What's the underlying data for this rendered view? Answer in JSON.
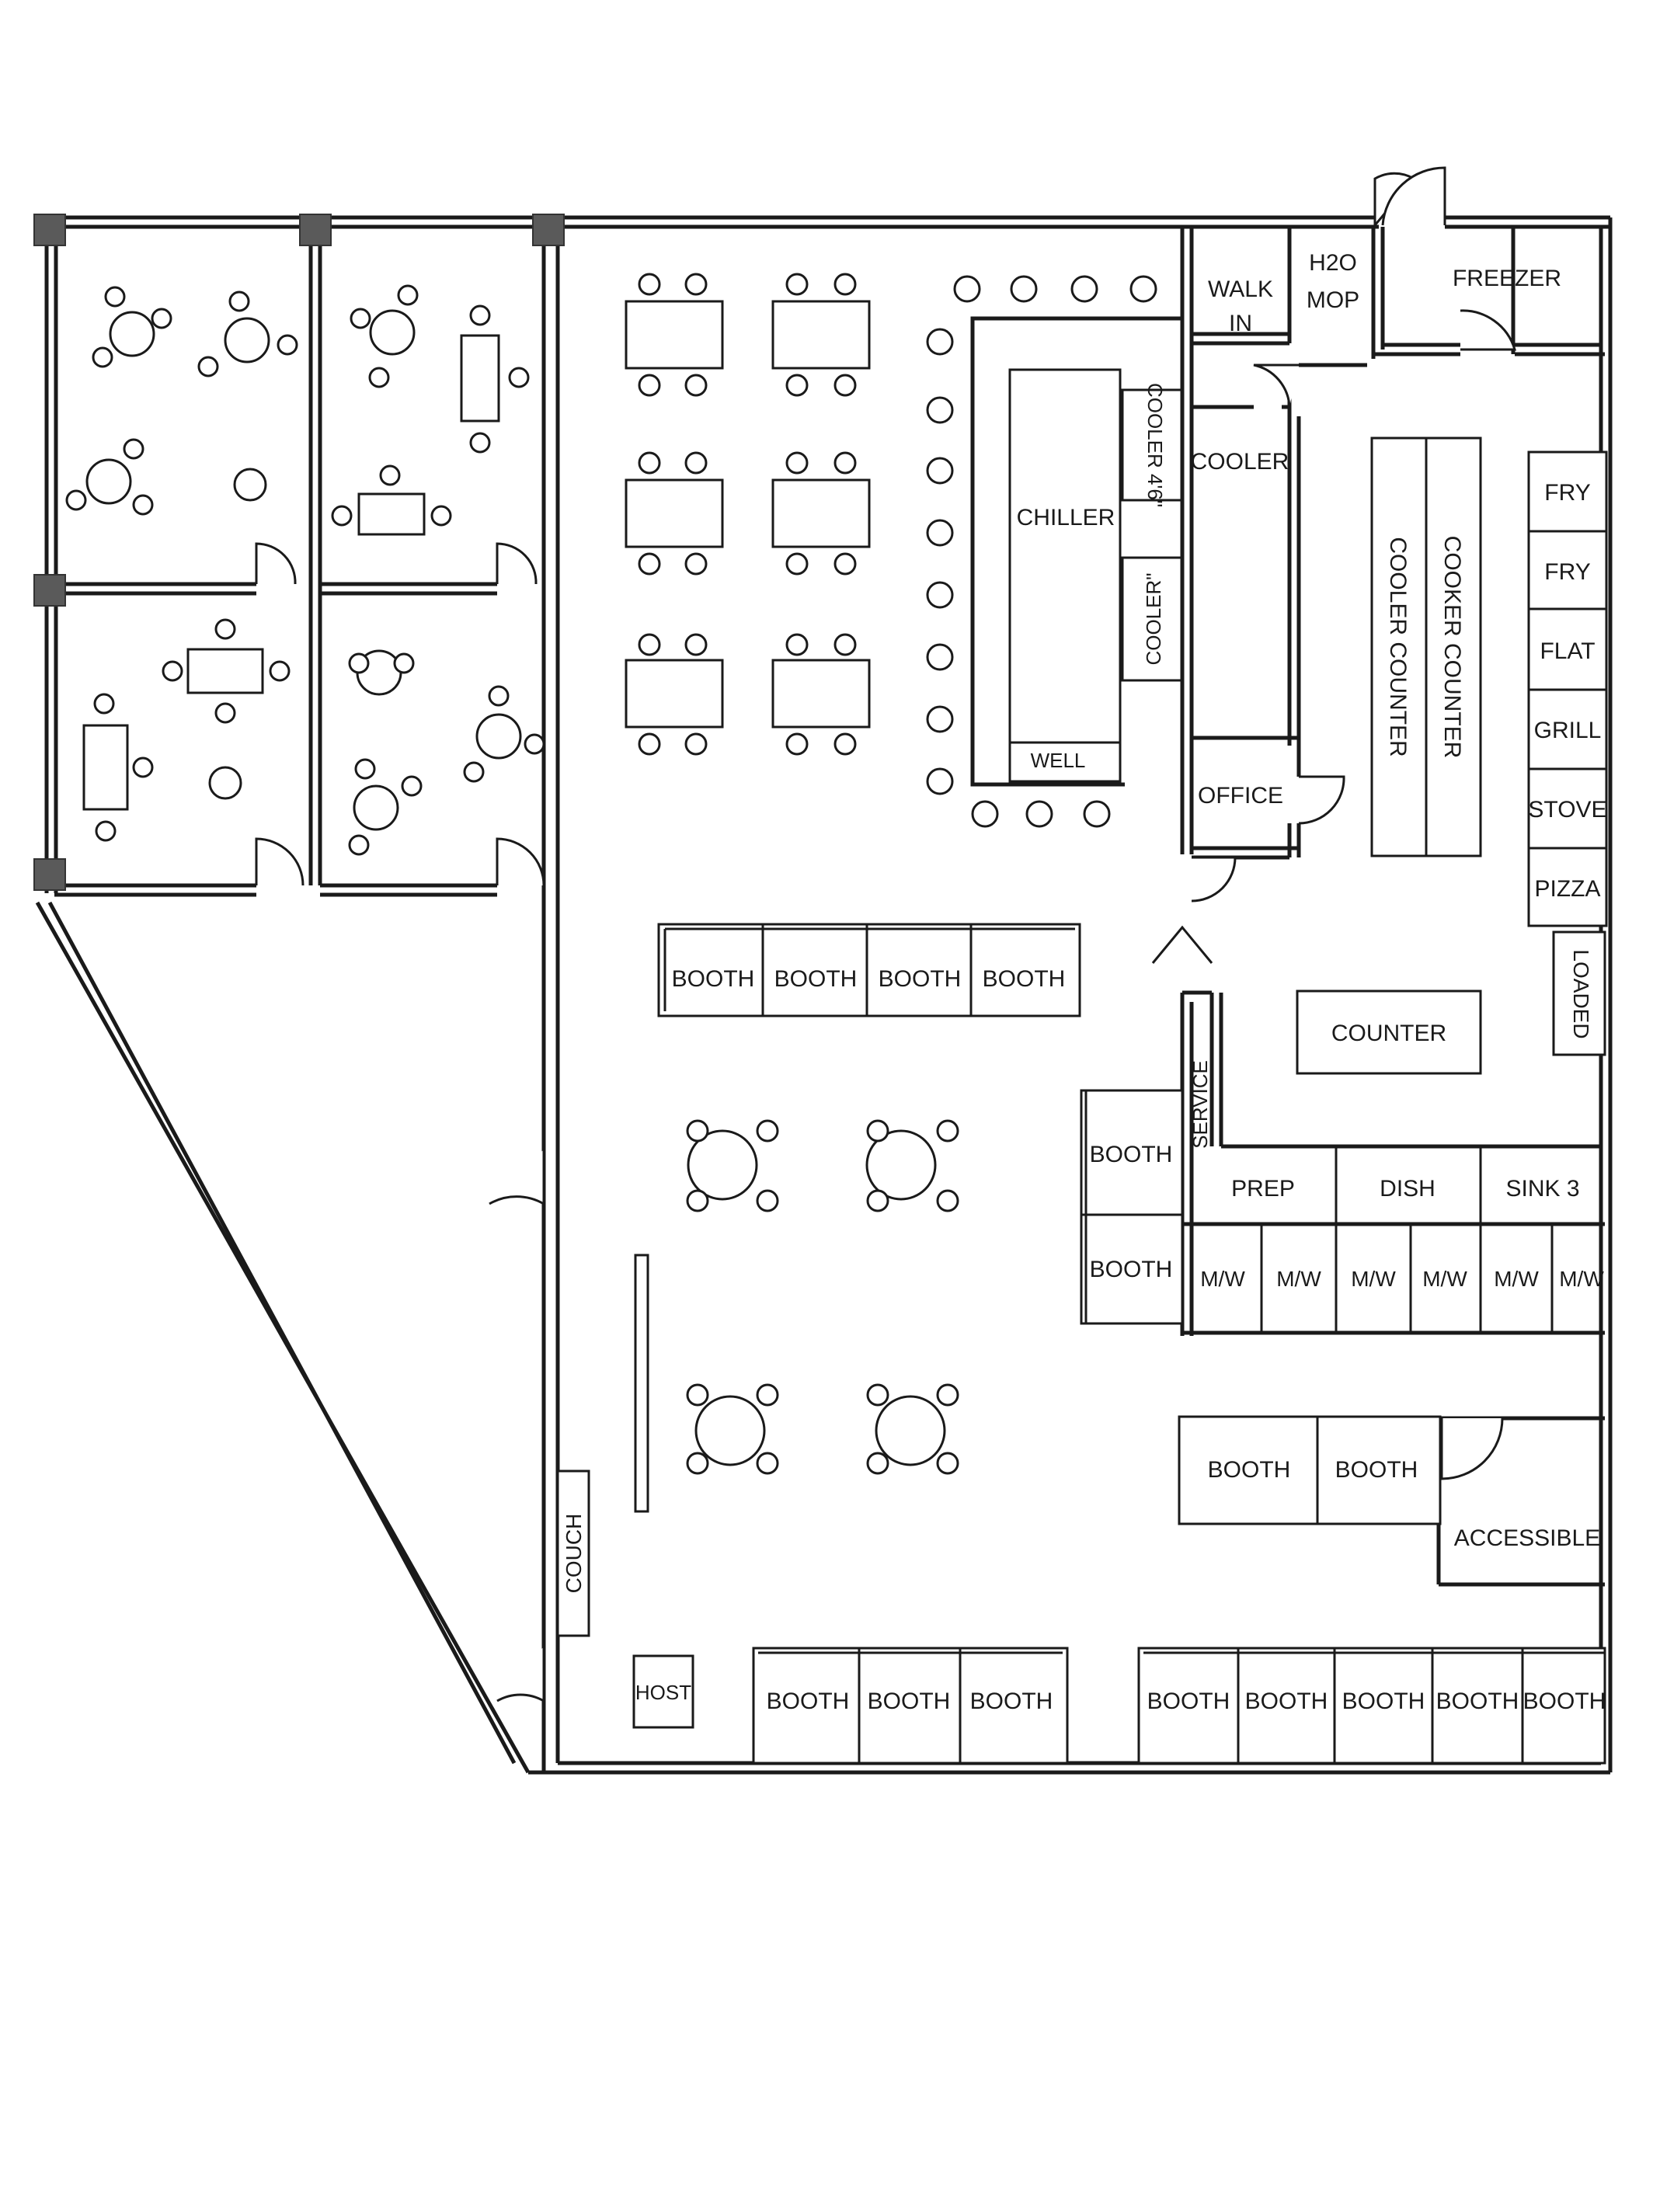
{
  "labels": {
    "walk_in": [
      "WALK",
      "IN"
    ],
    "h2o_mop": [
      "H2O",
      "MOP"
    ],
    "freezer": "FREEZER",
    "cooler": "COOLER",
    "chiller": "CHILLER",
    "cooler_46": "COOLER 4'6\"",
    "cooler_small": "COOLER\"",
    "well": "WELL",
    "office": "OFFICE",
    "cooler_counter": "COOLER COUNTER",
    "cooker_counter": "COOKER COUNTER",
    "equipment": [
      "FRY",
      "FRY",
      "FLAT",
      "GRILL",
      "STOVE",
      "PIZZA"
    ],
    "loaded": "LOADED",
    "counter": "COUNTER",
    "service": "SERVICE",
    "stations": [
      "PREP",
      "DISH",
      "SINK 3"
    ],
    "mw": [
      "M/W",
      "M/W",
      "M/W",
      "M/W",
      "M/W",
      "M/W"
    ],
    "accessible": "ACCESSIBLE",
    "couch": "COUCH",
    "host": "HOST",
    "booth": "BOOTH"
  }
}
